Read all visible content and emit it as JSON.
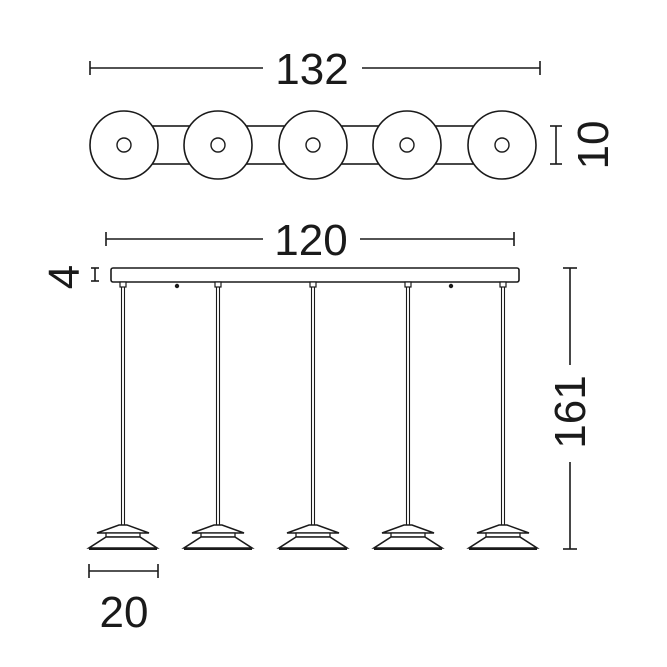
{
  "dimensions": {
    "top_width": "132",
    "top_depth": "10",
    "canopy_width": "120",
    "canopy_height": "4",
    "total_height": "161",
    "shade_diameter": "20"
  },
  "lamp_count": 5,
  "colors": {
    "stroke": "#1a1a1a",
    "background": "#ffffff"
  }
}
